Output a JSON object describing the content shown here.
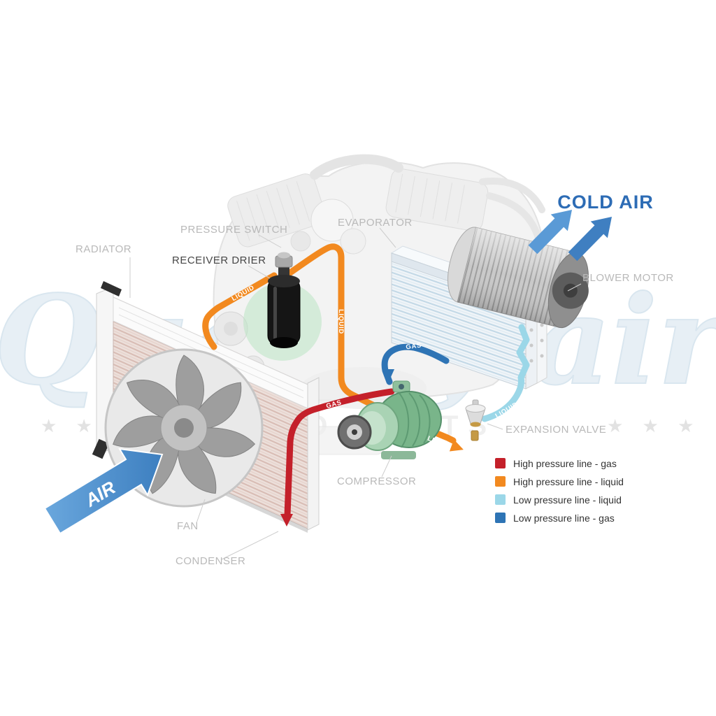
{
  "watermark": {
    "brand": "Quality air",
    "sub": "AUTO PARTS",
    "stars_left": "★ ★ ★",
    "stars_right": "★ ★ ★"
  },
  "flow": {
    "air_label": "AIR",
    "cold_air_label": "COLD AIR"
  },
  "component_labels": {
    "radiator": "RADIATOR",
    "pressure_switch": "PRESSURE SWITCH",
    "receiver_drier": "RECEIVER DRIER",
    "evaporator": "EVAPORATOR",
    "blower_motor": "BLOWER MOTOR",
    "expansion_valve": "EXPANSION VALVE",
    "compressor": "COMPRESSOR",
    "fan": "FAN",
    "condenser": "CONDENSER"
  },
  "line_labels": {
    "condenser_to_drier": "LIQUID",
    "drier_down": "LIQUID",
    "compressor_to_condenser": "GAS",
    "evaporator_to_compressor": "GAS",
    "valve_to_evaporator": "LIQUID",
    "drier_to_valve": "LIQUID"
  },
  "legend": {
    "items": [
      {
        "label": "High pressure line - gas",
        "color": "#c4202a"
      },
      {
        "label": "High pressure line - liquid",
        "color": "#f2891f"
      },
      {
        "label": "Low pressure line - liquid",
        "color": "#9bd7e8"
      },
      {
        "label": "Low pressure line -  gas",
        "color": "#2e74b5"
      }
    ]
  },
  "colors": {
    "cold_air_text": "#2d6cb5"
  }
}
